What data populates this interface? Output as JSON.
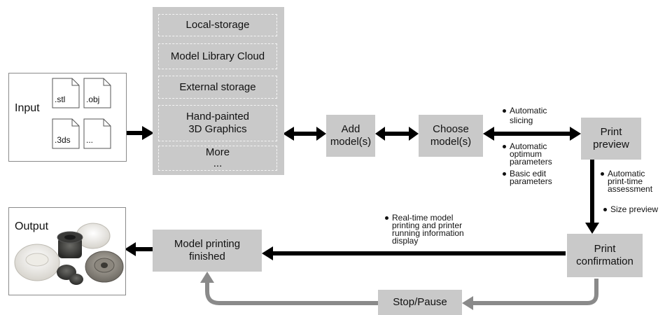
{
  "input": {
    "label": "Input",
    "files": [
      ".stl",
      ".obj",
      ".3ds",
      "..."
    ]
  },
  "sources": {
    "items": [
      "Local-storage",
      "Model Library Cloud",
      "External storage",
      "Hand-painted",
      "3D Graphics",
      "More",
      "..."
    ]
  },
  "steps": {
    "add": [
      "Add",
      "model(s)"
    ],
    "choose": [
      "Choose",
      "model(s)"
    ],
    "preview": [
      "Print",
      "preview"
    ],
    "confirm": [
      "Print",
      "confirmation"
    ],
    "finished": [
      "Model printing",
      "finished"
    ],
    "stop": "Stop/Pause"
  },
  "notes": {
    "slicing": [
      "Automatic",
      "slicing"
    ],
    "optimum": [
      "Automatic",
      "optimum",
      "parameters"
    ],
    "basic": [
      "Basic edit",
      "parameters"
    ],
    "time": [
      "Automatic",
      "print-time",
      "assessment"
    ],
    "size": "Size preview",
    "realtime": [
      "Real-time model",
      "printing and printer",
      "running information",
      "display"
    ]
  },
  "output": {
    "label": "Output"
  },
  "colors": {
    "box": "#c9c9c9",
    "arrow": "#000000",
    "return_arrow": "#8a8a8a"
  }
}
